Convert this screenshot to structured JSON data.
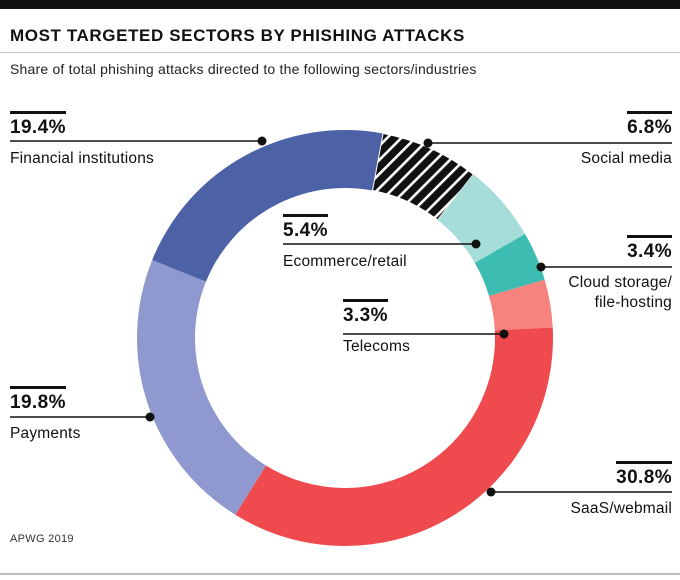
{
  "header": {
    "title": "MOST TARGETED SECTORS BY PHISHING ATTACKS",
    "subtitle": "Share of total phishing attacks directed to the following sectors/industries"
  },
  "source": "APWG 2019",
  "chart_data": {
    "type": "pie",
    "subtype": "donut",
    "title": "Most targeted sectors by phishing attacks",
    "unit": "%",
    "start_angle_deg": -68,
    "legend_position": "callout-labels",
    "segments": [
      {
        "id": "financial",
        "label": "Financial institutions",
        "value": 19.4,
        "pct_text": "19.4%",
        "color": "#4d61a7",
        "pattern": null
      },
      {
        "id": "social",
        "label": "Social media",
        "value": 6.8,
        "pct_text": "6.8%",
        "color": "#111111",
        "pattern": "diagonal-hatch-white-on-black"
      },
      {
        "id": "ecommerce",
        "label": "Ecommerce/retail",
        "value": 5.4,
        "pct_text": "5.4%",
        "color": "#a7ddd8",
        "pattern": null
      },
      {
        "id": "cloud",
        "label": "Cloud storage/file-hosting",
        "value": 3.4,
        "pct_text": "3.4%",
        "color": "#3dbcb1",
        "pattern": null,
        "label_lines": [
          "Cloud storage/",
          "file-hosting"
        ]
      },
      {
        "id": "telecoms",
        "label": "Telecoms",
        "value": 3.3,
        "pct_text": "3.3%",
        "color": "#f7837e",
        "pattern": null
      },
      {
        "id": "saas",
        "label": "SaaS/webmail",
        "value": 30.8,
        "pct_text": "30.8%",
        "color": "#ef4a4e",
        "pattern": null
      },
      {
        "id": "payments",
        "label": "Payments",
        "value": 19.8,
        "pct_text": "19.8%",
        "color": "#8f99d0",
        "pattern": null
      }
    ]
  }
}
